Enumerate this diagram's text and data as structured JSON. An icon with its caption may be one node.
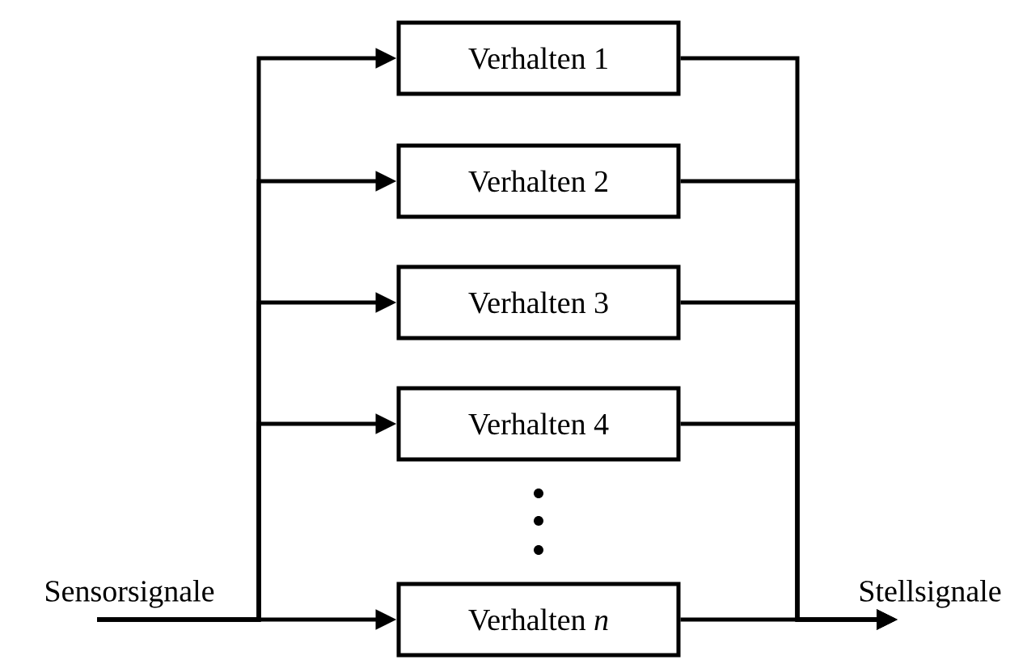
{
  "diagram": {
    "nodes": [
      {
        "text": [
          "Sensorsignale"
        ]
      },
      {
        "text": [
          "Verhalten 1"
        ]
      },
      {
        "text": [
          "Verhalten 2"
        ]
      },
      {
        "text": [
          "Verhalten 3"
        ]
      },
      {
        "text": [
          "Verhalten 4"
        ]
      },
      {
        "text": [
          "Verhalten *n*"
        ]
      },
      {
        "text": [
          "Stellsignale"
        ]
      }
    ],
    "edges": [
      {
        "from": 0,
        "to": 1,
        "arrow": "to"
      },
      {
        "from": 0,
        "to": 2,
        "arrow": "to"
      },
      {
        "from": 0,
        "to": 3,
        "arrow": "to"
      },
      {
        "from": 0,
        "to": 4,
        "arrow": "to"
      },
      {
        "from": 0,
        "to": 5,
        "arrow": "to"
      },
      {
        "from": 1,
        "to": 6,
        "arrow": "to"
      },
      {
        "from": 2,
        "to": 6,
        "arrow": "to"
      },
      {
        "from": 3,
        "to": 6,
        "arrow": "to"
      },
      {
        "from": 4,
        "to": 6,
        "arrow": "to"
      },
      {
        "from": 5,
        "to": 6,
        "arrow": "to"
      }
    ]
  }
}
